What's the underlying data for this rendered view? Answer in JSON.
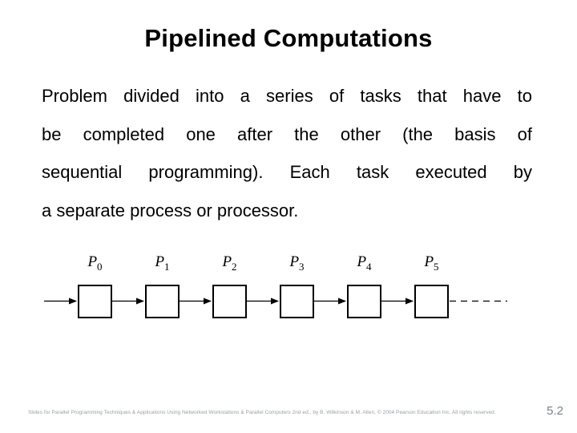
{
  "slide": {
    "title": "Pipelined Computations",
    "page_number": "5.2"
  },
  "body": {
    "lines": [
      "Problem divided into a series of tasks that have to",
      "be completed one after the other (the basis of",
      "sequential programming). Each task executed by",
      "a separate process or processor."
    ]
  },
  "diagram": {
    "nodes": [
      {
        "base": "P",
        "sub": "0"
      },
      {
        "base": "P",
        "sub": "1"
      },
      {
        "base": "P",
        "sub": "2"
      },
      {
        "base": "P",
        "sub": "3"
      },
      {
        "base": "P",
        "sub": "4"
      },
      {
        "base": "P",
        "sub": "5"
      }
    ]
  },
  "footer": {
    "credits": "Slides for Parallel Programming Techniques & Applications Using Networked Workstations & Parallel Computers 2nd ed., by B. Wilkinson & M. Allen, © 2004 Pearson Education Inc. All rights reserved."
  },
  "colors": {
    "text": "#000000",
    "footer_text": "#98a0a4",
    "page_number": "#75838a"
  }
}
